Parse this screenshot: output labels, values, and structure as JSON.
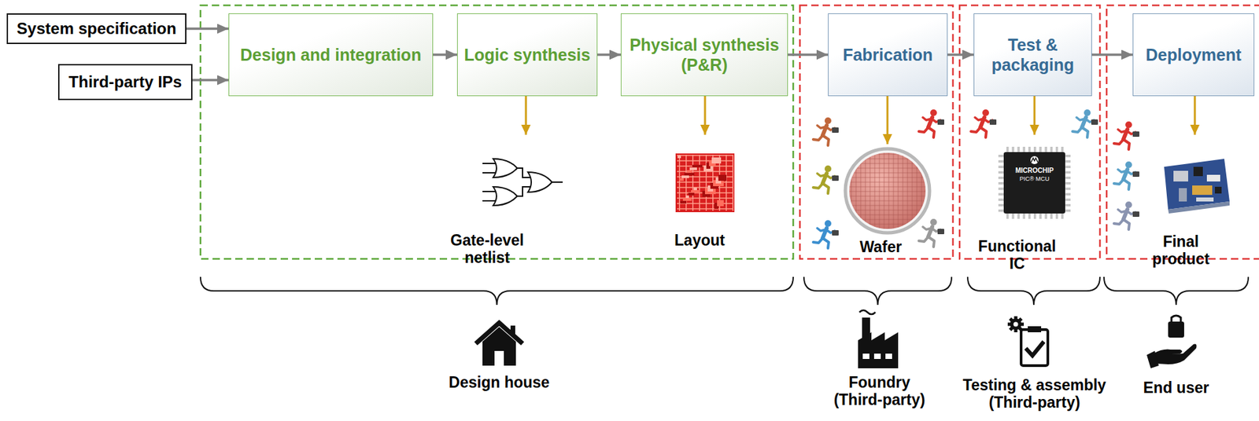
{
  "diagram": {
    "nodes": [
      {
        "text": [
          "System specification"
        ]
      },
      {
        "text": [
          "Third-party IPs"
        ]
      },
      {
        "text": [
          "Design and integration"
        ]
      },
      {
        "text": [
          "Logic synthesis"
        ]
      },
      {
        "text": [
          "Physical synthesis (P&R)"
        ]
      },
      {
        "text": [
          "Fabrication"
        ]
      },
      {
        "text": [
          "Test & packaging"
        ]
      },
      {
        "text": [
          "Deployment"
        ]
      },
      {
        "text": [
          "Gate-level netlist"
        ]
      },
      {
        "text": [
          "Layout"
        ]
      },
      {
        "text": [
          "Wafer"
        ]
      },
      {
        "text": [
          "Functional IC"
        ]
      },
      {
        "text": [
          "Final product"
        ]
      }
    ],
    "edges": [
      {
        "from": 0,
        "to": 2,
        "arrow": "to"
      },
      {
        "from": 1,
        "to": 2,
        "arrow": "to"
      },
      {
        "from": 2,
        "to": 3,
        "arrow": "to"
      },
      {
        "from": 3,
        "to": 4,
        "arrow": "to"
      },
      {
        "from": 4,
        "to": 5,
        "arrow": "to"
      },
      {
        "from": 5,
        "to": 6,
        "arrow": "to"
      },
      {
        "from": 6,
        "to": 7,
        "arrow": "to"
      },
      {
        "from": 3,
        "to": 8,
        "arrow": "to"
      },
      {
        "from": 4,
        "to": 9,
        "arrow": "to"
      },
      {
        "from": 5,
        "to": 10,
        "arrow": "to"
      },
      {
        "from": 6,
        "to": 11,
        "arrow": "to"
      },
      {
        "from": 7,
        "to": 12,
        "arrow": "to"
      }
    ],
    "labels": [
      "Design house",
      "Foundry (Third-party)",
      "Testing & assembly (Third-party)",
      "End user",
      "MICROCHIP",
      "PIC® MCU"
    ]
  }
}
